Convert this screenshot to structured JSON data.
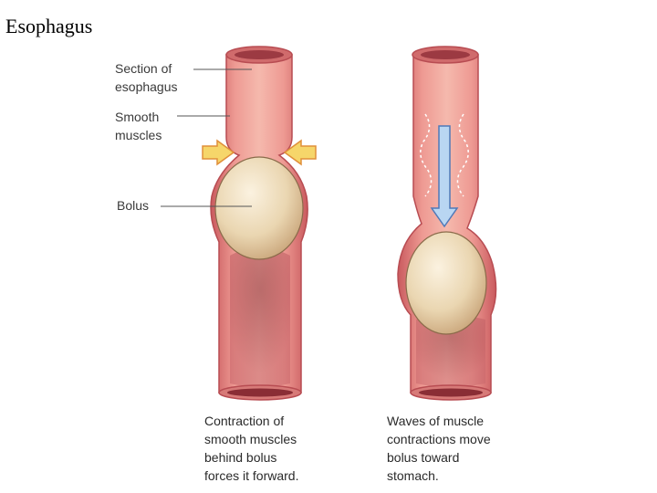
{
  "slide": {
    "title": "Esophagus"
  },
  "labels": {
    "section_lines": [
      "Section of",
      "esophagus"
    ],
    "muscle_lines": [
      "Smooth",
      "muscles"
    ],
    "bolus": "Bolus"
  },
  "captions": {
    "left_lines": [
      "Contraction of",
      "smooth muscles",
      "behind bolus",
      "forces it forward."
    ],
    "right_lines": [
      "Waves of muscle",
      "contractions move",
      "bolus toward",
      "stomach."
    ]
  },
  "colors": {
    "tube": "#e58a86",
    "tube_dark": "#b9484f",
    "tube_inner": "#f3b7ae",
    "bolus": "#efdcbc",
    "arrow_yellow": "#f6d66a",
    "arrow_blue": "#b9d6f2"
  }
}
